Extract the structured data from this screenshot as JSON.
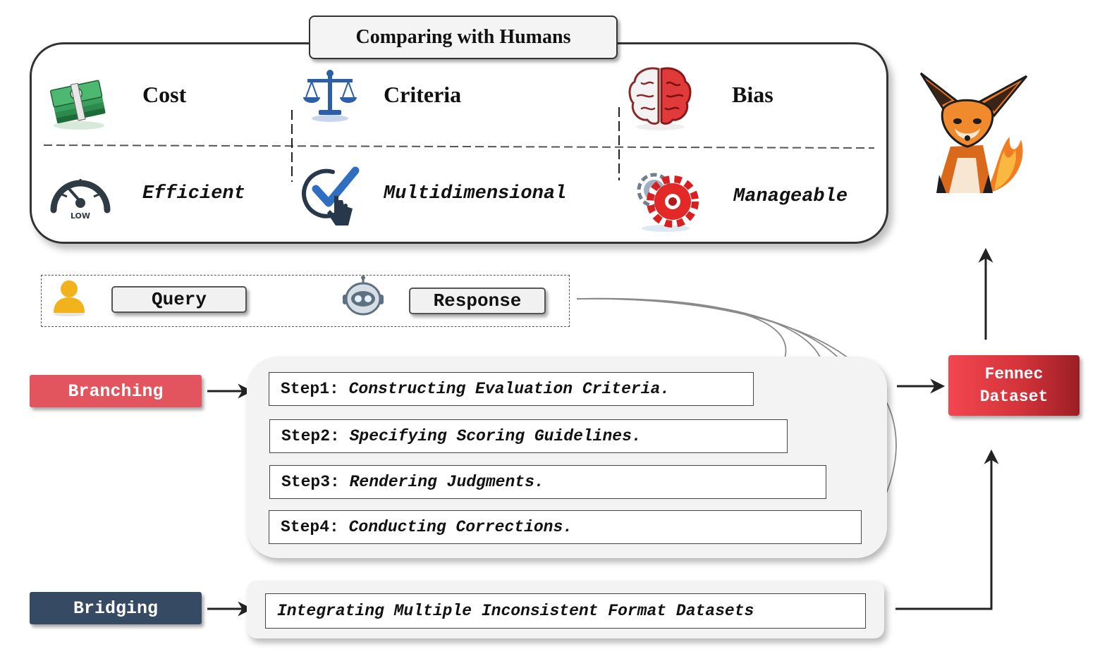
{
  "comparison": {
    "title": "Comparing  with  Humans",
    "aspects": [
      {
        "label": "Cost",
        "advantage": "Efficient",
        "icon": "money-stack-icon",
        "advantage_icon": "low-gauge-icon",
        "gauge_text": "LOW"
      },
      {
        "label": "Criteria",
        "advantage": "Multidimensional",
        "icon": "balance-scale-icon",
        "advantage_icon": "checkmark-touch-icon"
      },
      {
        "label": "Bias",
        "advantage": "Manageable",
        "icon": "brain-icon",
        "advantage_icon": "gears-icon"
      }
    ]
  },
  "inputs": {
    "query": "Query",
    "response": "Response",
    "query_icon": "user-icon",
    "response_icon": "robot-icon"
  },
  "branching": {
    "label": "Branching",
    "steps": [
      {
        "prefix": "Step1: ",
        "text": "Constructing Evaluation Criteria."
      },
      {
        "prefix": "Step2: ",
        "text": "Specifying Scoring Guidelines."
      },
      {
        "prefix": "Step3: ",
        "text": "Rendering Judgments."
      },
      {
        "prefix": "Step4: ",
        "text": "Conducting Corrections."
      }
    ]
  },
  "bridging": {
    "label": "Bridging",
    "text": "Integrating Multiple Inconsistent Format Datasets"
  },
  "output": {
    "line1": "Fennec",
    "line2": "Dataset",
    "icon": "fennec-fox-icon"
  },
  "colors": {
    "branching": "#e2545e",
    "bridging": "#374a63",
    "fennec": "#e33c45"
  }
}
